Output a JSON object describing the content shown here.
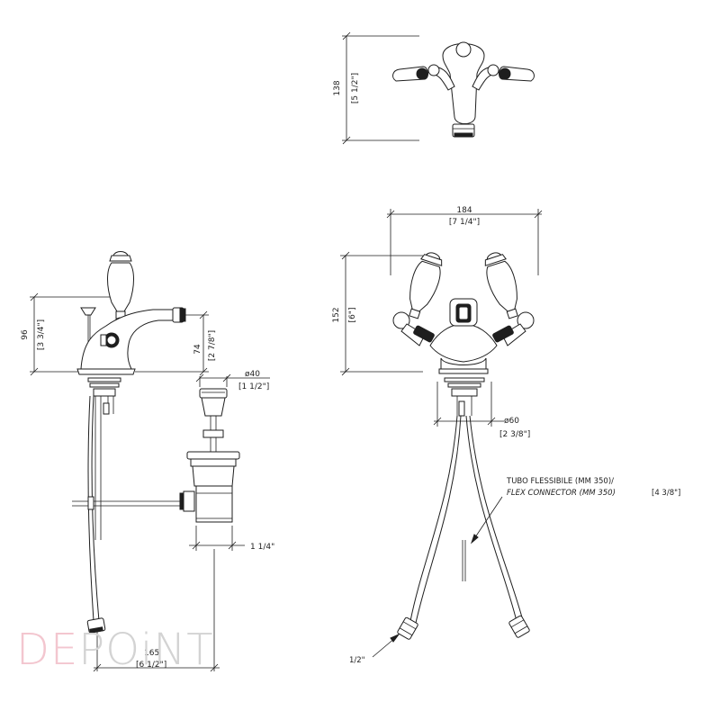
{
  "top_view": {
    "height_mm": "138",
    "height_in": "[5 1/2\"]"
  },
  "side_view": {
    "overall_height_mm": "96",
    "overall_height_in": "[3 3/4\"]",
    "spout_height_mm": "74",
    "spout_height_in": "[2 7/8\"]",
    "waste_diameter_mm": "ø40",
    "waste_diameter_in": "[1 1/2\"]",
    "waste_thread": "1 1/4\"",
    "reach_mm": "165",
    "reach_in": "[6 1/2\"]"
  },
  "front_view": {
    "width_mm": "184",
    "width_in": "[7 1/4\"]",
    "height_mm": "152",
    "height_in": "[6\"]",
    "base_diameter_mm": "ø60",
    "base_diameter_in": "[2 3/8\"]",
    "hose_note_it": "TUBO FLESSIBILE (MM 350)/",
    "hose_note_en": "FLEX CONNECTOR (MM 350)",
    "hose_note_in": "[4 3/8\"]",
    "hose_thread": "1/2\""
  },
  "watermark": {
    "part1": "DE",
    "part2": "POiNT"
  },
  "colors": {
    "line": "#1e1e1e",
    "watermark_pink": "#f3c6cf",
    "watermark_grey": "#d3d3d3"
  }
}
